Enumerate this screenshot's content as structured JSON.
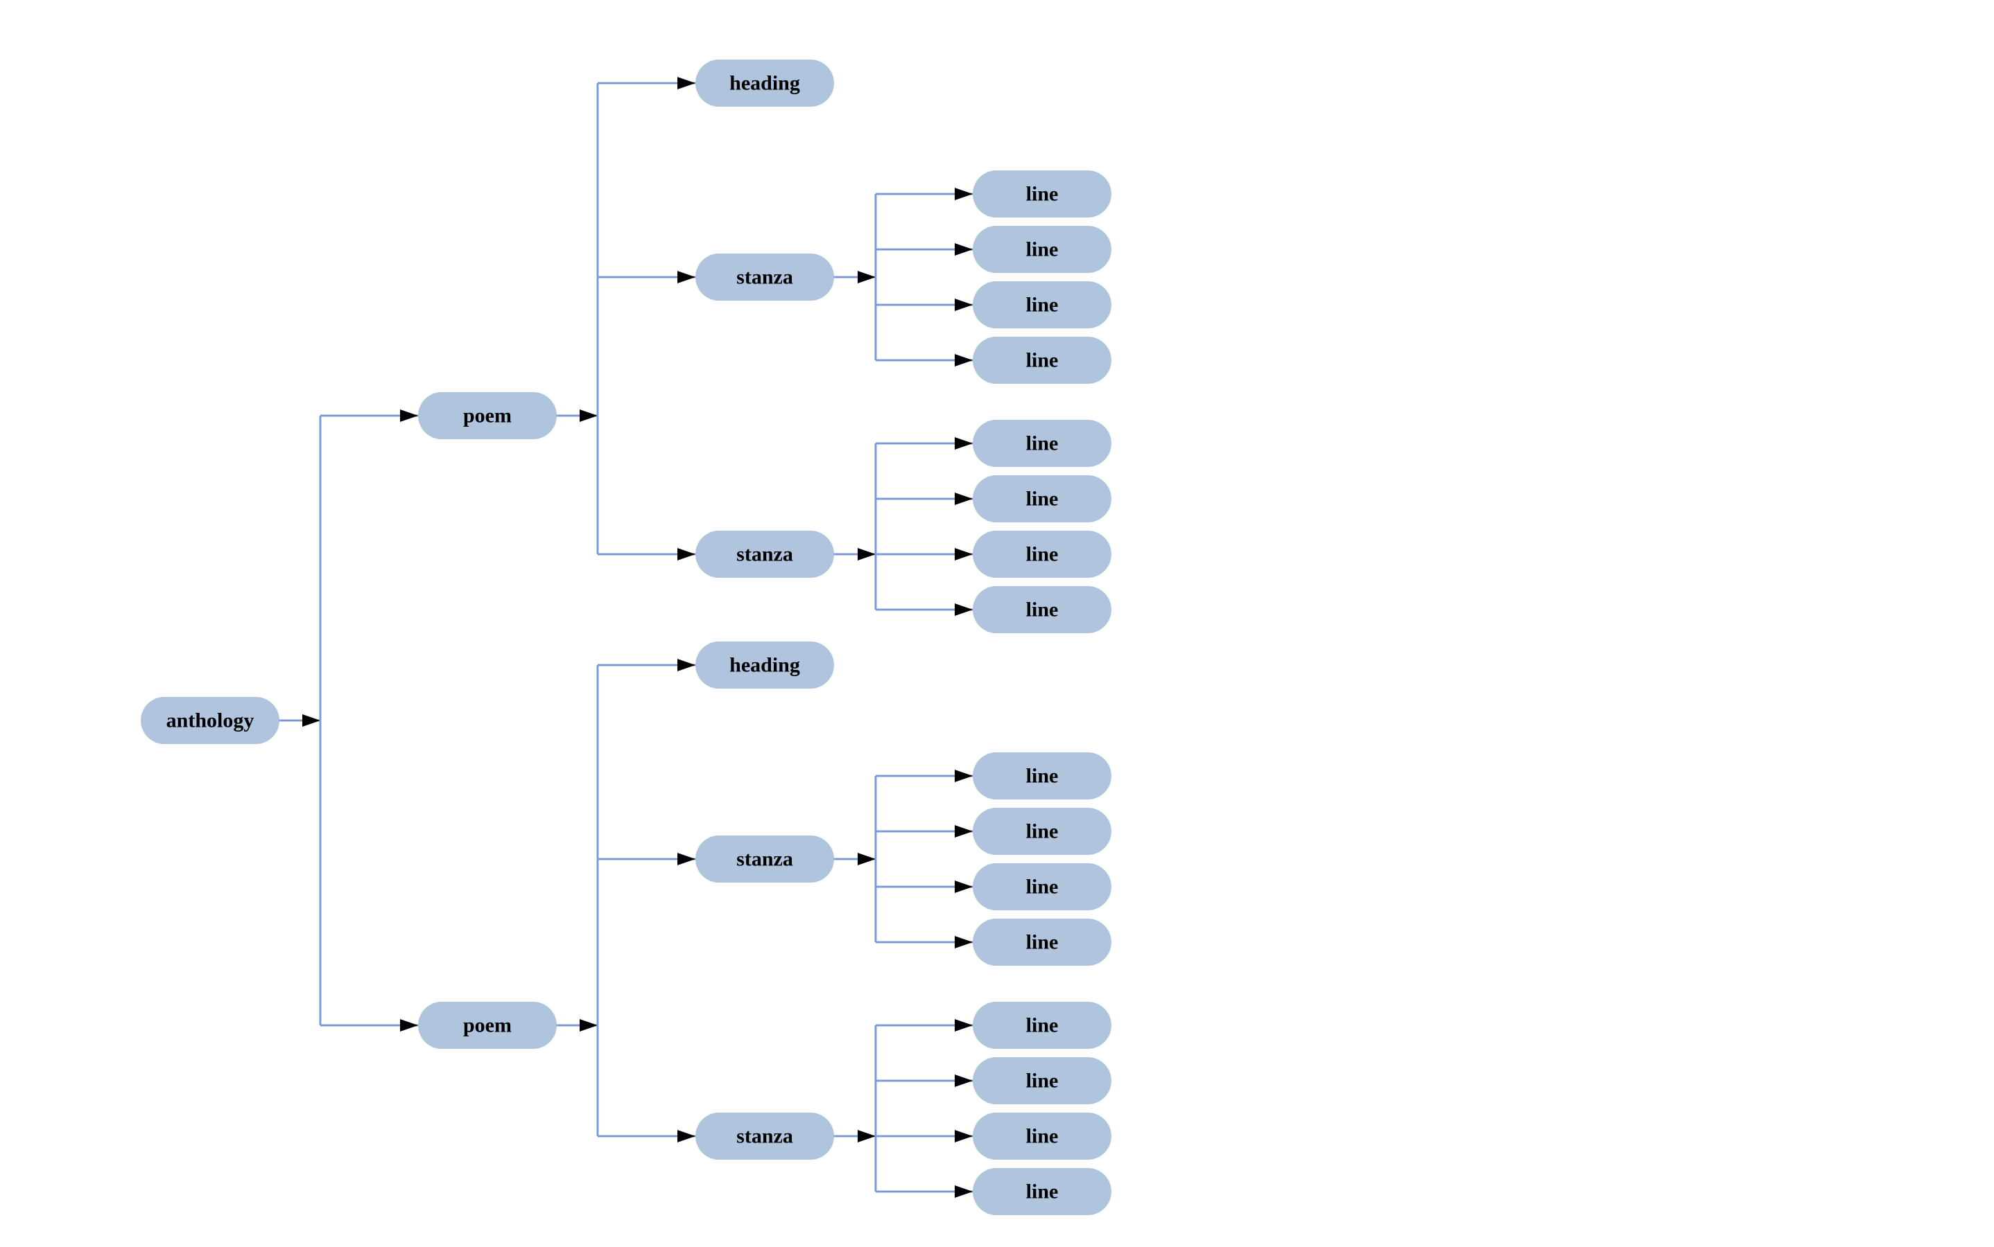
{
  "diagram": {
    "type": "tree",
    "orientation": "left-to-right",
    "colors": {
      "background": "#ffffff",
      "node_fill": "#b0c4de",
      "node_text": "#000000",
      "edge": "#7a9cd4",
      "arrow": "#000000"
    },
    "tree": {
      "label": "anthology",
      "children": [
        {
          "label": "poem",
          "children": [
            {
              "label": "heading",
              "children": []
            },
            {
              "label": "stanza",
              "children": [
                {
                  "label": "line"
                },
                {
                  "label": "line"
                },
                {
                  "label": "line"
                },
                {
                  "label": "line"
                }
              ]
            },
            {
              "label": "stanza",
              "children": [
                {
                  "label": "line"
                },
                {
                  "label": "line"
                },
                {
                  "label": "line"
                },
                {
                  "label": "line"
                }
              ]
            }
          ]
        },
        {
          "label": "poem",
          "children": [
            {
              "label": "heading",
              "children": []
            },
            {
              "label": "stanza",
              "children": [
                {
                  "label": "line"
                },
                {
                  "label": "line"
                },
                {
                  "label": "line"
                },
                {
                  "label": "line"
                }
              ]
            },
            {
              "label": "stanza",
              "children": [
                {
                  "label": "line"
                },
                {
                  "label": "line"
                },
                {
                  "label": "line"
                },
                {
                  "label": "line"
                }
              ]
            }
          ]
        }
      ]
    }
  }
}
